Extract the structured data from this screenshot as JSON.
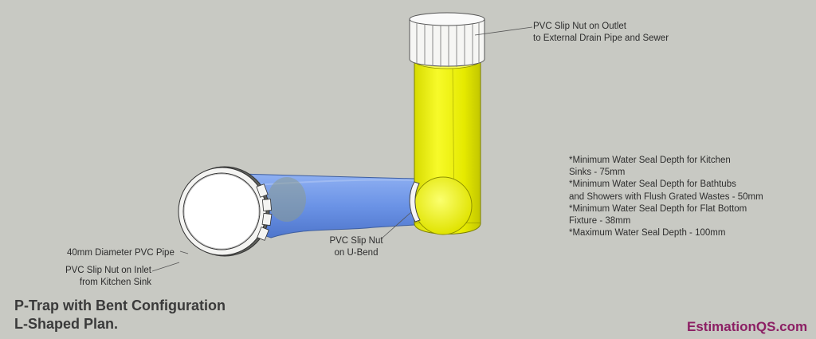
{
  "labels": {
    "outlet_nut": [
      "PVC Slip Nut on Outlet",
      "to External Drain Pipe and Sewer"
    ],
    "pipe_diameter": "40mm Diameter PVC Pipe",
    "inlet_nut": [
      "PVC Slip Nut on Inlet",
      "from Kitchen Sink"
    ],
    "ubend_nut": [
      "PVC Slip Nut",
      "on U-Bend"
    ]
  },
  "notes": [
    "*Minimum Water Seal Depth for Kitchen",
    "Sinks - 75mm",
    "*Minimum Water Seal Depth for Bathtubs",
    "and Showers with Flush Grated Wastes - 50mm",
    "*Minimum Water Seal Depth for Flat Bottom",
    "Fixture - 38mm",
    "*Maximum Water Seal Depth - 100mm"
  ],
  "title": [
    "P-Trap with Bent Configuration",
    "L-Shaped Plan."
  ],
  "brand": "EstimationQS.com",
  "colors": {
    "background": "#c8c9c3",
    "vertical_pipe": "#eef000",
    "bent_pipe": "#6b93e6",
    "slip_nut": "#ffffff",
    "brand": "#8c1f64"
  }
}
